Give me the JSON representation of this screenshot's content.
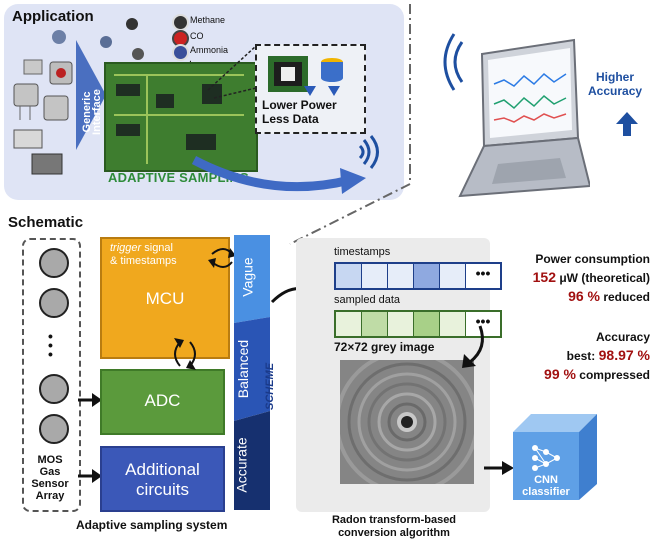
{
  "application": {
    "title": "Application",
    "gases": [
      "Methane",
      "CO",
      "Ammonia",
      "etc."
    ],
    "interface_label": "Generic Interface",
    "adaptive_label": "ADAPTIVE SAMPLING",
    "lower_power": "Lower Power",
    "less_data": "Less Data",
    "higher_accuracy_1": "Higher",
    "higher_accuracy_2": "Accuracy"
  },
  "schematic": {
    "title": "Schematic",
    "sensor_label": [
      "MOS",
      "Gas",
      "Sensor",
      "Array"
    ],
    "trigger_italic": "trigger",
    "trigger_rest": " signal",
    "timestamps_line": "& timestamps",
    "mcu": "MCU",
    "adc": "ADC",
    "additional_1": "Additional",
    "additional_2": "circuits",
    "scheme_levels": [
      "Vague",
      "Balanced",
      "Accurate"
    ],
    "scheme_label": "SCHEME",
    "system_label": "Adaptive sampling system"
  },
  "radon": {
    "timestamps": "timestamps",
    "sampled_data": "sampled data",
    "dots": "•••",
    "grey_image": "72×72 grey image",
    "label_1": "Radon transform-based",
    "label_2": "conversion algorithm"
  },
  "results": {
    "power_title": "Power consumption",
    "power_value": "152",
    "power_unit": " μW (theoretical)",
    "reduced_value": "96 %",
    "reduced_text": " reduced",
    "accuracy_title": "Accuracy",
    "best_text": "best: ",
    "best_value": "98.97 %",
    "compressed_value": "99 %",
    "compressed_text": " compressed"
  },
  "cnn": {
    "line1": "CNN",
    "line2": "classifier"
  },
  "colors": {
    "mcu": "#f0a81e",
    "adc": "#5b9a3c",
    "additional": "#3b58b8",
    "vague": "#4a90e2",
    "balanced": "#2a55b5",
    "accurate": "#16306f",
    "highlight_red": "#a11010",
    "app_panel": "#dfe4f5"
  }
}
